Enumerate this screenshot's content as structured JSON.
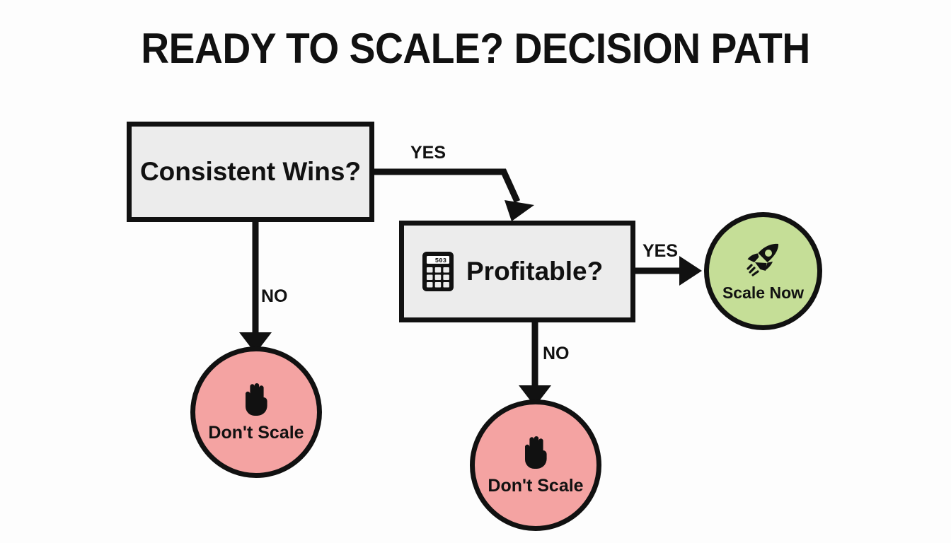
{
  "page": {
    "title": "READY TO SCALE? DECISION PATH",
    "background_color": "#fdfdfd"
  },
  "colors": {
    "stroke": "#111111",
    "box_fill": "#ececec",
    "negative_fill": "#f4a3a2",
    "positive_fill": "#c5de97"
  },
  "diagram": {
    "type": "flowchart",
    "nodes": [
      {
        "id": "consistent-wins",
        "shape": "rectangle",
        "label": "Consistent Wins?",
        "icon": "",
        "fill": "#ececec"
      },
      {
        "id": "profitable",
        "shape": "rectangle",
        "label": "Profitable?",
        "icon": "calculator-icon",
        "fill": "#ececec"
      },
      {
        "id": "dont-scale-1",
        "shape": "circle",
        "label": "Don't Scale",
        "icon": "raised-hand-icon",
        "fill": "#f4a3a2"
      },
      {
        "id": "dont-scale-2",
        "shape": "circle",
        "label": "Don't Scale",
        "icon": "raised-hand-icon",
        "fill": "#f4a3a2"
      },
      {
        "id": "scale-now",
        "shape": "circle",
        "label": "Scale Now",
        "icon": "rocket-icon",
        "fill": "#c5de97"
      }
    ],
    "edges": [
      {
        "id": "edge-yes-1",
        "from": "consistent-wins",
        "to": "profitable",
        "label": "YES"
      },
      {
        "id": "edge-no-1",
        "from": "consistent-wins",
        "to": "dont-scale-1",
        "label": "NO"
      },
      {
        "id": "edge-yes-2",
        "from": "profitable",
        "to": "scale-now",
        "label": "YES"
      },
      {
        "id": "edge-no-2",
        "from": "profitable",
        "to": "dont-scale-2",
        "label": "NO"
      }
    ]
  },
  "icons": {
    "calculator_display_text": "503"
  }
}
